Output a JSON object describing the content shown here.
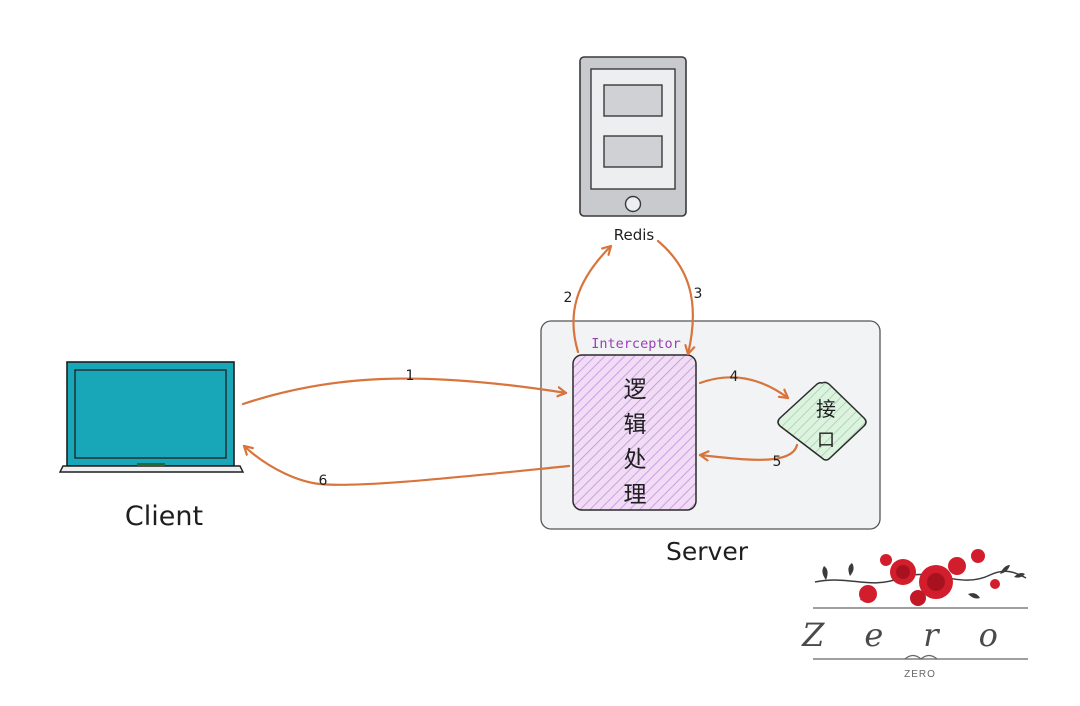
{
  "nodes": {
    "redis": {
      "label": "Redis"
    },
    "client": {
      "label": "Client"
    },
    "server": {
      "label": "Server"
    },
    "interceptor": {
      "label": "Interceptor"
    },
    "logic": {
      "chars": [
        "逻",
        "辑",
        "处",
        "理"
      ]
    },
    "api": {
      "chars": [
        "接",
        "口"
      ]
    }
  },
  "edges": [
    {
      "id": "1",
      "from": "client",
      "to": "logic",
      "label": "1"
    },
    {
      "id": "2",
      "from": "logic",
      "to": "redis",
      "label": "2"
    },
    {
      "id": "3",
      "from": "redis",
      "to": "logic",
      "label": "3"
    },
    {
      "id": "4",
      "from": "logic",
      "to": "api",
      "label": "4"
    },
    {
      "id": "5",
      "from": "api",
      "to": "logic",
      "label": "5"
    },
    {
      "id": "6",
      "from": "logic",
      "to": "client",
      "label": "6"
    }
  ],
  "watermark": {
    "word": "Zero",
    "caption": "ZERO"
  },
  "colors": {
    "arrow": "#d8743c",
    "laptop_screen": "#17a7b8",
    "logic_fill": "#e8c9ef",
    "api_fill": "#c9ebcf",
    "interceptor_text": "#9b3fb5",
    "server_fill": "#f1f3f5",
    "rose": "#d21e2c"
  }
}
